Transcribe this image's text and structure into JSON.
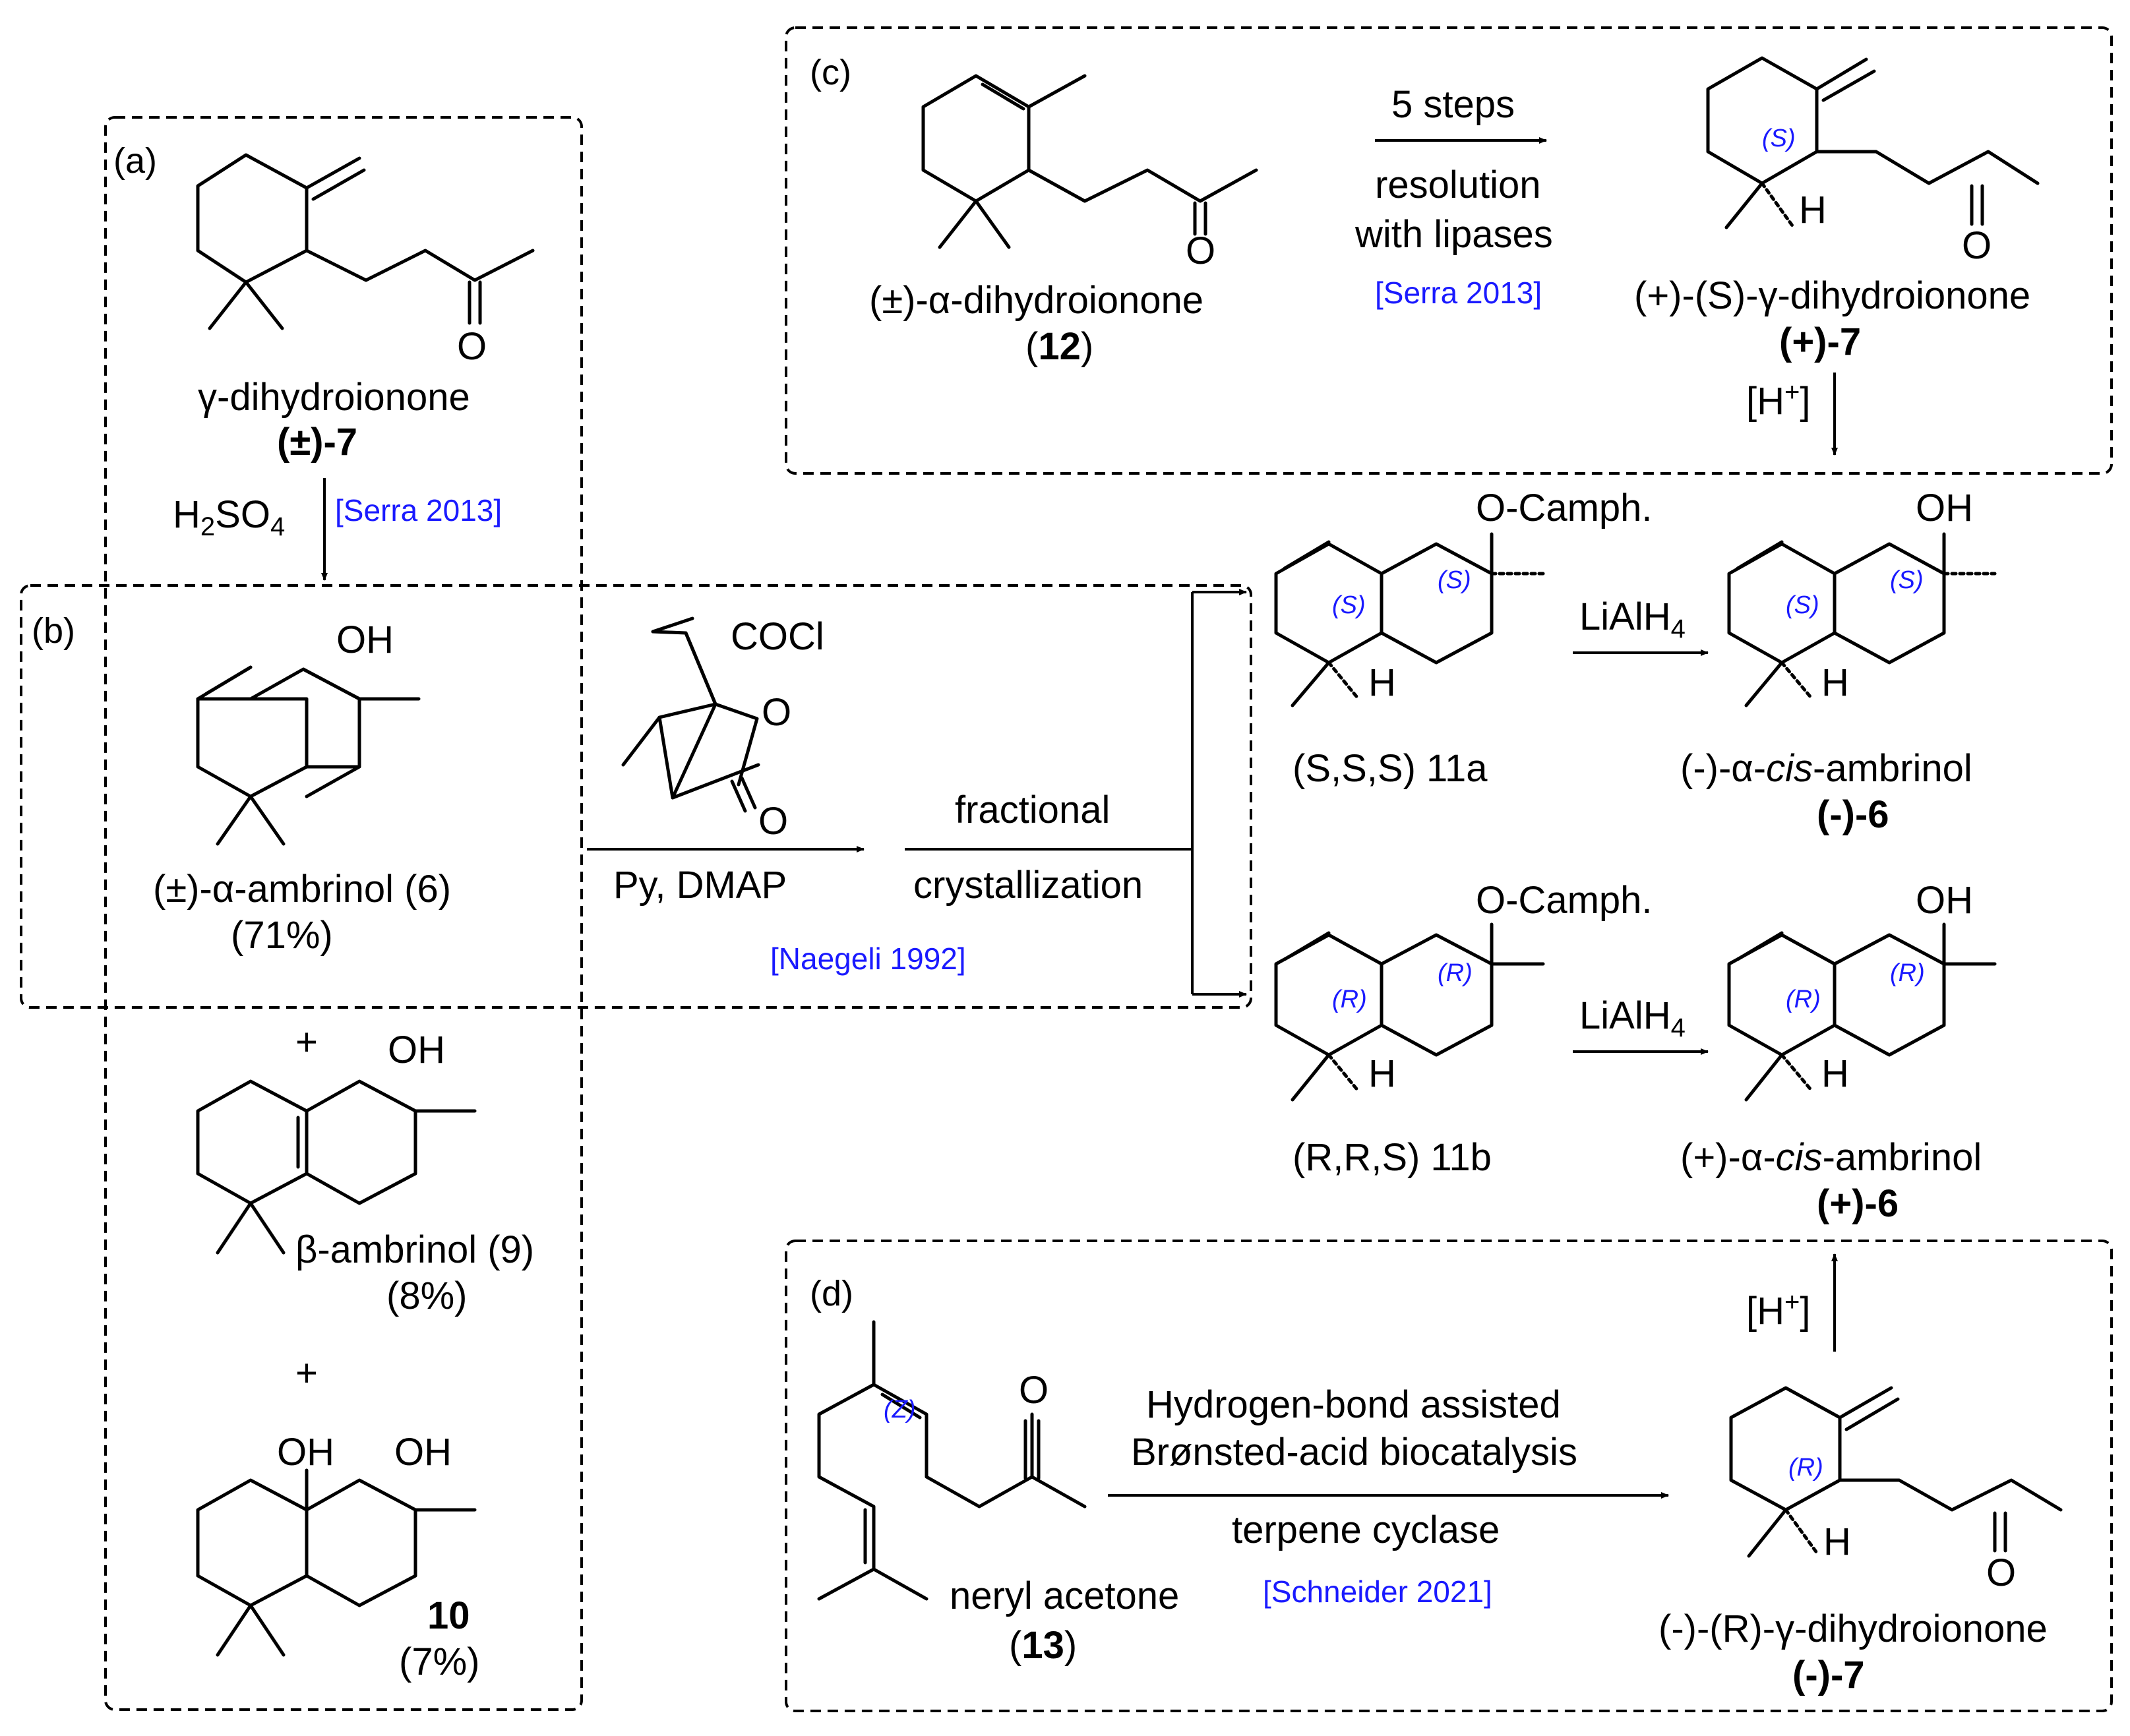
{
  "panels": {
    "a": "(a)",
    "b": "(b)",
    "c": "(c)",
    "d": "(d)"
  },
  "compounds": {
    "gamma_dihydroionone_name": "γ-dihydroionone",
    "gamma_dihydroionone_id": "(±)-7",
    "alpha_ambrinol_name": "(±)-α-ambrinol (6)",
    "alpha_ambrinol_yield": "(71%)",
    "beta_ambrinol_name": "β-ambrinol (9)",
    "beta_ambrinol_yield": "(8%)",
    "diol_id": "10",
    "diol_yield": "(7%)",
    "plus_1": "+",
    "plus_2": "+",
    "alpha_dihydroionone_name": "(±)-α-dihydroionone",
    "alpha_dihydroionone_id": "(12)",
    "plus_gamma_name": "(+)-(S)-γ-dihydroionone",
    "plus_gamma_id": "(+)-7",
    "ester_a_name": "(S,S,S) 11a",
    "ester_b_name": "(R,R,S) 11b",
    "minus_ambrinol_name": "(-)-α-cis-ambrinol",
    "minus_ambrinol_id": "(-)-6",
    "plus_ambrinol_name": "(+)-α-cis-ambrinol",
    "plus_ambrinol_id": "(+)-6",
    "neryl_name": "neryl acetone",
    "neryl_id": "(13)",
    "minus_gamma_name": "(-)-(R)-γ-dihydroionone",
    "minus_gamma_id": "(-)-7"
  },
  "atoms": {
    "O": "O",
    "OH": "OH",
    "H": "H",
    "cocl": "COCl",
    "ocamph": "O-Camph."
  },
  "stereo": {
    "S": "(S)",
    "R": "(R)",
    "Z": "(Z)"
  },
  "reagents": {
    "h2so4": "H2SO4",
    "py_dmap": "Py, DMAP",
    "fractional": "fractional",
    "crystallization": "crystallization",
    "five_steps": "5 steps",
    "resolution": "resolution",
    "with_lipases": "with lipases",
    "acid": "[H+]",
    "lialh4": "LiAlH4",
    "hb_1": "Hydrogen-bond assisted",
    "hb_2": "Brønsted-acid biocatalysis",
    "cyclase": "terpene cyclase"
  },
  "references": {
    "serra_a": "[Serra 2013]",
    "serra_c": "[Serra 2013]",
    "naegeli": "[Naegeli 1992]",
    "schneider": "[Schneider 2021]"
  }
}
